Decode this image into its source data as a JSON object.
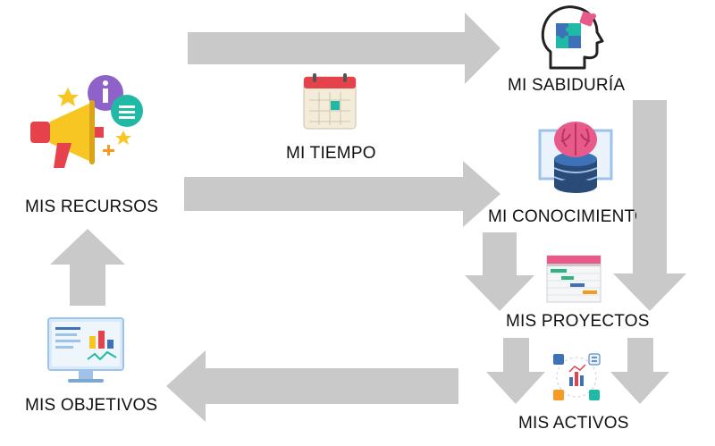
{
  "diagram": {
    "nodes": {
      "tiempo": {
        "label": "MI TIEMPO",
        "icon": "calendar-icon"
      },
      "sabiduria": {
        "label": "MI SABIDURÍA",
        "icon": "head-puzzle-icon"
      },
      "recursos": {
        "label": "MIS RECURSOS",
        "icon": "megaphone-icon"
      },
      "conocimiento": {
        "label": "MI CONOCIMIENTO",
        "icon": "brain-database-icon"
      },
      "proyectos": {
        "label": "MIS PROYECTOS",
        "icon": "gantt-chart-icon"
      },
      "objetivos": {
        "label": "MIS OBJETIVOS",
        "icon": "monitor-dashboard-icon"
      },
      "activos": {
        "label": "MIS ACTIVOS",
        "icon": "assets-cycle-icon"
      }
    },
    "edges": [
      {
        "from": "recursos",
        "to": "sabiduria"
      },
      {
        "from": "recursos",
        "to": "conocimiento"
      },
      {
        "from": "sabiduria",
        "to": "proyectos"
      },
      {
        "from": "conocimiento",
        "to": "proyectos"
      },
      {
        "from": "proyectos",
        "to": "activos"
      },
      {
        "from": "activos",
        "to": "objetivos"
      },
      {
        "from": "objetivos",
        "to": "recursos"
      }
    ],
    "colors": {
      "arrow": "#c9c9c9",
      "red": "#e6424b",
      "yellow": "#f7c623",
      "purple": "#8f62c9",
      "teal": "#20b9a6",
      "blue": "#3e72b8",
      "navy": "#2a4a78",
      "pink": "#e85a8a",
      "light_blue": "#9fc3e8",
      "green": "#2eb57d",
      "orange": "#f59a23"
    }
  }
}
